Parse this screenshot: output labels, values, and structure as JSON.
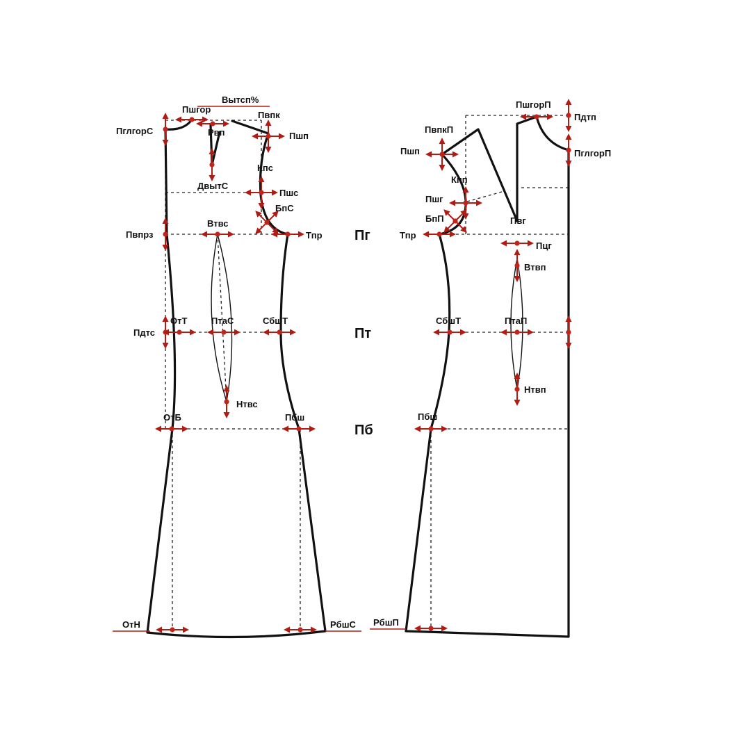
{
  "colors": {
    "outline": "#111111",
    "arrow": "#b01c14",
    "point": "#c0241a"
  },
  "levels": {
    "chest": "Пг",
    "waist": "Пт",
    "hip": "Пб"
  },
  "back": {
    "neck_width": "Пшгор",
    "dart_opening": "Вытсп%",
    "shoulder_height": "Пвпк",
    "neck_depth": "ПглгорС",
    "dart_position": "Рвп",
    "shoulder_width": "Пшп",
    "dart_length": "ДвытС",
    "shoulder_slope": "Кпс",
    "back_width": "Пшс",
    "armhole_side": "БпС",
    "armhole_depth": "Пвпрз",
    "dart_top": "Втвс",
    "armhole_ease": "Тпр",
    "waist_back": "ОтТ",
    "waist_dart": "ПтаС",
    "side_waist": "СбшТ",
    "waist_length": "Пдтс",
    "dart_bottom": "Нтвс",
    "hip_back": "ОтБ",
    "hip_side": "Пбш",
    "hem_back": "ОтН",
    "hem_side": "РбшС"
  },
  "front": {
    "neck_width": "ПшгорП",
    "waist_length": "Пдтп",
    "shoulder_height": "ПвпкП",
    "neck_depth": "ПглгорП",
    "shoulder_width": "Пшп",
    "shoulder_slope": "Кпп",
    "chest_width": "Пшг",
    "armhole_side": "БпП",
    "bust_height": "Пвг",
    "armhole_ease": "Тпр",
    "bust_center": "Пцг",
    "dart_top": "Втвп",
    "side_waist": "СбшТ",
    "waist_dart": "ПтаП",
    "dart_bottom": "Нтвп",
    "hip_side": "Пбш",
    "hem_side": "РбшП"
  }
}
